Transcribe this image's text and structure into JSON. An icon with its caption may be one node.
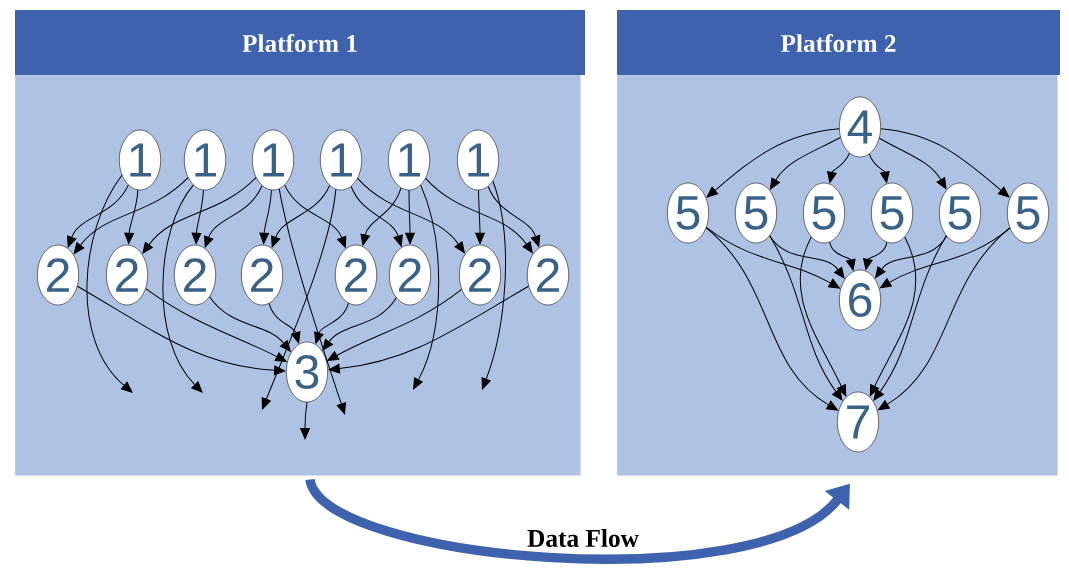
{
  "diagram": {
    "nodes": [
      {
        "text": [
          "Platform 1"
        ]
      },
      {
        "text": [
          "Platform 2"
        ]
      },
      {
        "text": [
          "1"
        ],
        "in": 0
      },
      {
        "text": [
          "1"
        ],
        "in": 0
      },
      {
        "text": [
          "1"
        ],
        "in": 0
      },
      {
        "text": [
          "1"
        ],
        "in": 0
      },
      {
        "text": [
          "1"
        ],
        "in": 0
      },
      {
        "text": [
          "1"
        ],
        "in": 0
      },
      {
        "text": [
          "2"
        ],
        "in": 0
      },
      {
        "text": [
          "2"
        ],
        "in": 0
      },
      {
        "text": [
          "2"
        ],
        "in": 0
      },
      {
        "text": [
          "2"
        ],
        "in": 0
      },
      {
        "text": [
          "2"
        ],
        "in": 0
      },
      {
        "text": [
          "2"
        ],
        "in": 0
      },
      {
        "text": [
          "2"
        ],
        "in": 0
      },
      {
        "text": [
          "2"
        ],
        "in": 0
      },
      {
        "text": [
          "3"
        ],
        "in": 0
      },
      {
        "text": [
          "4"
        ],
        "in": 1
      },
      {
        "text": [
          "5"
        ],
        "in": 1
      },
      {
        "text": [
          "5"
        ],
        "in": 1
      },
      {
        "text": [
          "5"
        ],
        "in": 1
      },
      {
        "text": [
          "5"
        ],
        "in": 1
      },
      {
        "text": [
          "5"
        ],
        "in": 1
      },
      {
        "text": [
          "5"
        ],
        "in": 1
      },
      {
        "text": [
          "6"
        ],
        "in": 1
      },
      {
        "text": [
          "7"
        ],
        "in": 1
      }
    ],
    "edges": [
      {
        "from": 2,
        "to": 8,
        "arrow": "to"
      },
      {
        "from": 2,
        "to": 9,
        "arrow": "to"
      },
      {
        "from": 2,
        "to": null,
        "arrow": "to"
      },
      {
        "from": 3,
        "to": 8,
        "arrow": "to"
      },
      {
        "from": 3,
        "to": 10,
        "arrow": "to"
      },
      {
        "from": 3,
        "to": null,
        "arrow": "to"
      },
      {
        "from": 4,
        "to": 9,
        "arrow": "to"
      },
      {
        "from": 4,
        "to": 10,
        "arrow": "to"
      },
      {
        "from": 4,
        "to": 11,
        "arrow": "to"
      },
      {
        "from": 4,
        "to": 12,
        "arrow": "to"
      },
      {
        "from": 4,
        "to": null,
        "arrow": "to"
      },
      {
        "from": 5,
        "to": 11,
        "arrow": "to"
      },
      {
        "from": 5,
        "to": 13,
        "arrow": "to"
      },
      {
        "from": 5,
        "to": 14,
        "arrow": "to"
      },
      {
        "from": 5,
        "to": null,
        "arrow": "to"
      },
      {
        "from": 6,
        "to": 12,
        "arrow": "to"
      },
      {
        "from": 6,
        "to": 13,
        "arrow": "to"
      },
      {
        "from": 6,
        "to": 15,
        "arrow": "to"
      },
      {
        "from": 6,
        "to": null,
        "arrow": "to"
      },
      {
        "from": 7,
        "to": 14,
        "arrow": "to"
      },
      {
        "from": 7,
        "to": 15,
        "arrow": "to"
      },
      {
        "from": 7,
        "to": null,
        "arrow": "to"
      },
      {
        "from": 8,
        "to": 16,
        "arrow": "to"
      },
      {
        "from": 9,
        "to": 16,
        "arrow": "to"
      },
      {
        "from": 10,
        "to": 16,
        "arrow": "to"
      },
      {
        "from": 11,
        "to": 16,
        "arrow": "to"
      },
      {
        "from": 12,
        "to": 16,
        "arrow": "to"
      },
      {
        "from": 13,
        "to": 16,
        "arrow": "to"
      },
      {
        "from": 14,
        "to": 16,
        "arrow": "to"
      },
      {
        "from": 15,
        "to": 16,
        "arrow": "to"
      },
      {
        "from": 16,
        "to": null,
        "arrow": "to"
      },
      {
        "from": 17,
        "to": 18,
        "arrow": "to"
      },
      {
        "from": 17,
        "to": 19,
        "arrow": "to"
      },
      {
        "from": 17,
        "to": 20,
        "arrow": "to"
      },
      {
        "from": 17,
        "to": 21,
        "arrow": "to"
      },
      {
        "from": 17,
        "to": 22,
        "arrow": "to"
      },
      {
        "from": 17,
        "to": 23,
        "arrow": "to"
      },
      {
        "from": 18,
        "to": 24,
        "arrow": "to"
      },
      {
        "from": 19,
        "to": 24,
        "arrow": "to"
      },
      {
        "from": 20,
        "to": 24,
        "arrow": "to"
      },
      {
        "from": 21,
        "to": 24,
        "arrow": "to"
      },
      {
        "from": 22,
        "to": 24,
        "arrow": "to"
      },
      {
        "from": 23,
        "to": 24,
        "arrow": "to"
      },
      {
        "from": 18,
        "to": 25,
        "arrow": "to"
      },
      {
        "from": 19,
        "to": 25,
        "arrow": "to"
      },
      {
        "from": 20,
        "to": 25,
        "arrow": "to"
      },
      {
        "from": 21,
        "to": 25,
        "arrow": "to"
      },
      {
        "from": 22,
        "to": 25,
        "arrow": "to"
      },
      {
        "from": 23,
        "to": 25,
        "arrow": "to"
      },
      {
        "from": 0,
        "to": 1,
        "arrow": "to",
        "label": "Data Flow",
        "style": "thick",
        "color": "#3f62ae"
      }
    ]
  }
}
